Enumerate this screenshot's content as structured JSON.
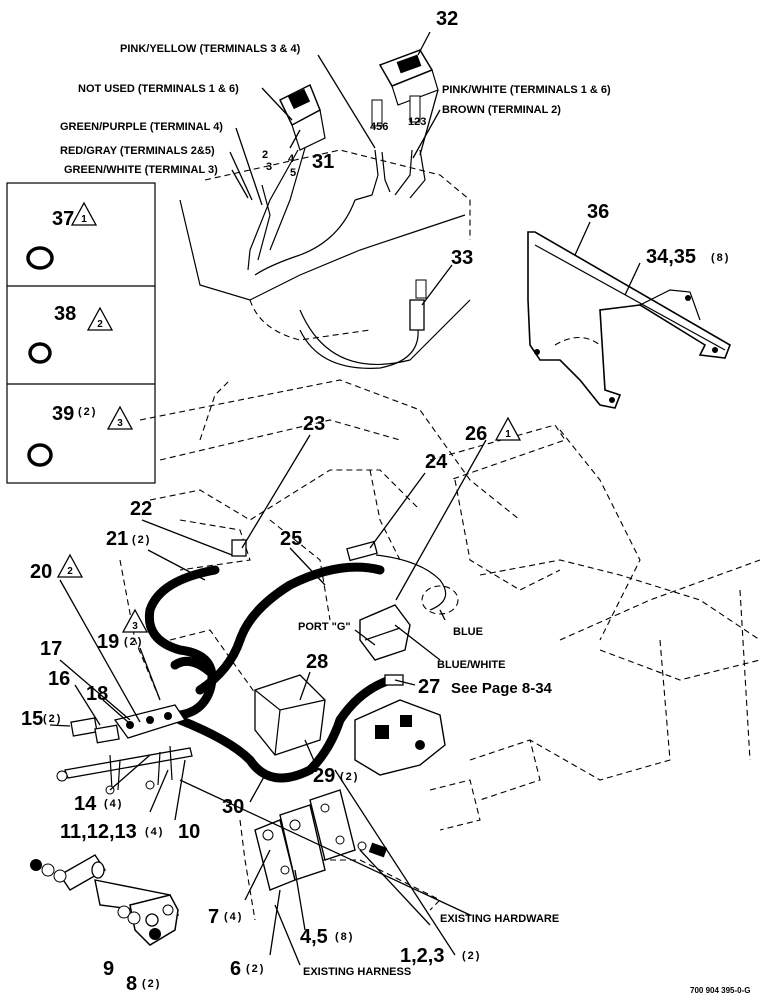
{
  "callouts": {
    "c1235": "1,2,3",
    "c45": "4,5",
    "c6": "6",
    "c7": "7",
    "c8": "8",
    "c9": "9",
    "c10": "10",
    "c111213": "11,12,13",
    "c14": "14",
    "c15": "15",
    "c16": "16",
    "c17": "17",
    "c18": "18",
    "c19": "19",
    "c20": "20",
    "c21": "21",
    "c22": "22",
    "c23": "23",
    "c24": "24",
    "c25": "25",
    "c26": "26",
    "c27": "27",
    "c28": "28",
    "c29": "29",
    "c30": "30",
    "c31": "31",
    "c32": "32",
    "c33": "33",
    "c3435": "34,35",
    "c36": "36",
    "c37": "37",
    "c38": "38",
    "c39": "39"
  },
  "quantities": {
    "q1235": "(2)",
    "q45": "(8)",
    "q6": "(2)",
    "q7": "(4)",
    "q8": "(2)",
    "q111213": "(4)",
    "q14": "(4)",
    "q15": "(2)",
    "q19": "(2)",
    "q21": "(2)",
    "q29": "(2)",
    "q3435": "(8)",
    "q39": "(2)"
  },
  "note_flags": {
    "n20": "2",
    "n26": "1",
    "n37": "1",
    "n38": "2",
    "n39": "3",
    "nmid": "3"
  },
  "wire_labels": {
    "pink_yellow": "PINK/YELLOW (TERMINALS 3 & 4)",
    "not_used": "NOT USED (TERMINALS 1 & 6)",
    "green_purple": "GREEN/PURPLE (TERMINAL 4)",
    "red_gray": "RED/GRAY (TERMINALS 2&5)",
    "green_white": "GREEN/WHITE (TERMINAL 3)",
    "pink_white": "PINK/WHITE (TERMINALS 1 & 6)",
    "brown": "BROWN (TERMINAL 2)",
    "blue": "BLUE",
    "blue_white": "BLUE/WHITE",
    "port_g": "PORT \"G\"",
    "existing_hardware": "EXISTING HARDWARE",
    "existing_harness": "EXISTING HARNESS",
    "see_page": "See Page 8-34"
  },
  "terminal_numbers": {
    "left_group": "456",
    "right_group": "123",
    "switch_left_a": "2",
    "switch_left_b": "3",
    "switch_left_c": "4",
    "switch_left_d": "5"
  },
  "document_number": "700 904 395-0-G"
}
